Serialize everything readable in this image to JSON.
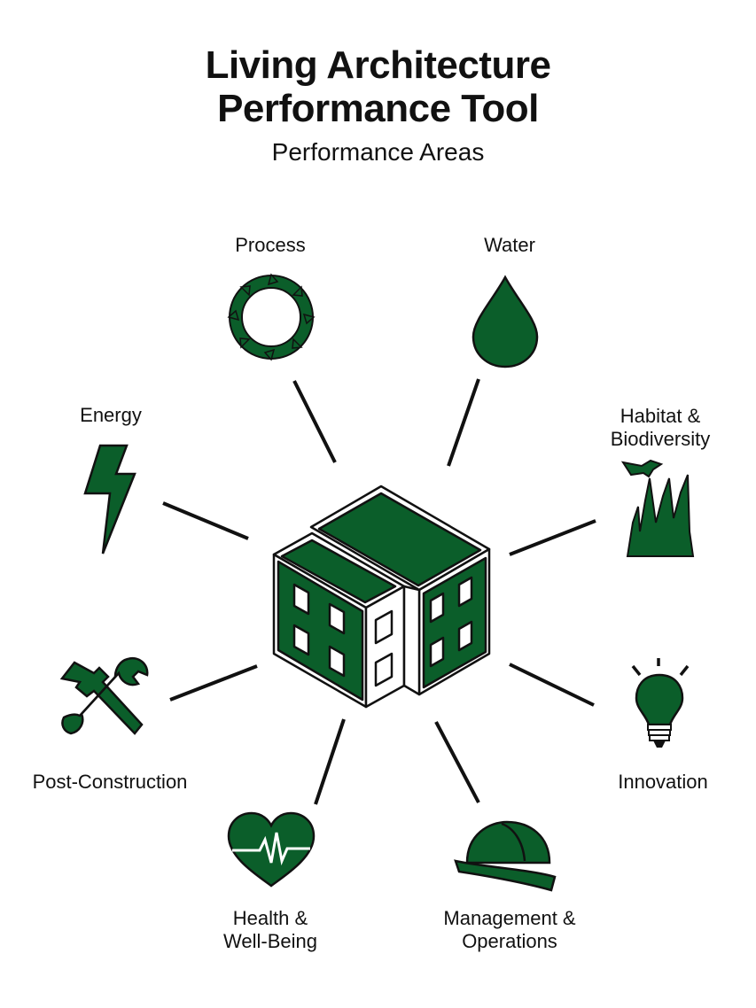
{
  "header": {
    "title_line1": "Living Architecture",
    "title_line2": "Performance Tool",
    "subtitle": "Performance Areas"
  },
  "colors": {
    "green": "#0b5e2a",
    "outline": "#111111",
    "white": "#ffffff"
  },
  "areas": [
    {
      "key": "process",
      "label": "Process",
      "icon": "cycle-ring-icon"
    },
    {
      "key": "water",
      "label": "Water",
      "icon": "water-drop-icon"
    },
    {
      "key": "habitat",
      "label": "Habitat &",
      "label2": "Biodiversity",
      "icon": "bird-grass-icon"
    },
    {
      "key": "innovation",
      "label": "Innovation",
      "icon": "lightbulb-icon"
    },
    {
      "key": "management",
      "label": "Management &",
      "label2": "Operations",
      "icon": "hard-hat-icon"
    },
    {
      "key": "health",
      "label": "Health &",
      "label2": "Well-Being",
      "icon": "heart-pulse-icon"
    },
    {
      "key": "post",
      "label": "Post-Construction",
      "icon": "hammer-wrench-icon"
    },
    {
      "key": "energy",
      "label": "Energy",
      "icon": "lightning-bolt-icon"
    }
  ],
  "center_icon": "green-roof-building-icon"
}
